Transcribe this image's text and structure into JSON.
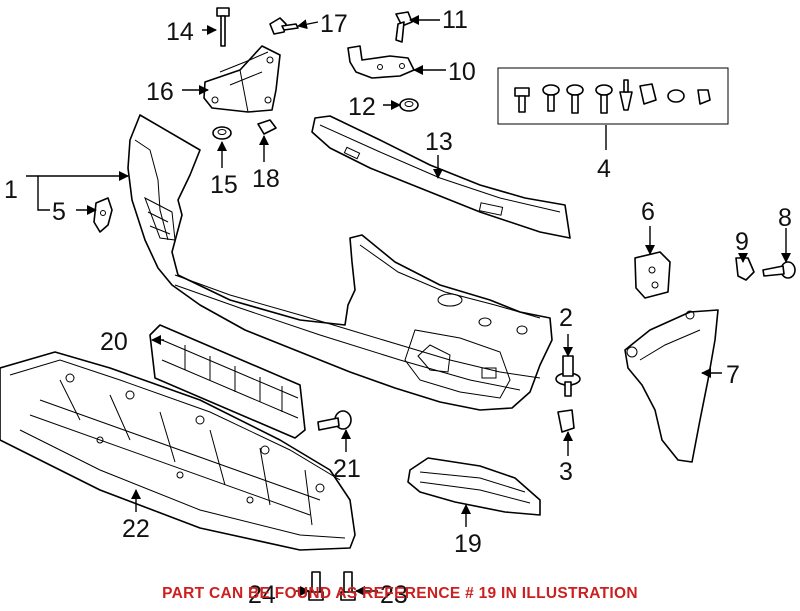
{
  "diagram": {
    "callouts": [
      "1",
      "2",
      "3",
      "4",
      "5",
      "6",
      "7",
      "8",
      "9",
      "10",
      "11",
      "12",
      "13",
      "14",
      "15",
      "16",
      "17",
      "18",
      "19",
      "20",
      "21",
      "22",
      "23",
      "24"
    ],
    "notice": "PART CAN BE FOUND AS REFERENCE # 19 IN ILLUSTRATION",
    "notice_color": "#cc1f1f",
    "line_color": "#000000",
    "background": "#ffffff"
  }
}
